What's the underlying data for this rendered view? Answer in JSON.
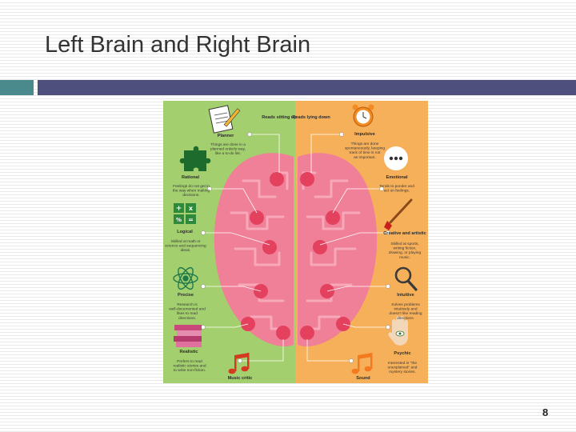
{
  "slide": {
    "title": "Left Brain and Right Brain",
    "page_number": "8",
    "colors": {
      "teal_bar": "#4a8a8d",
      "navy_bar": "#4f4f7e",
      "left_bg": "#a3cf6e",
      "right_bg": "#f7b05a",
      "brain": "#f07f98"
    }
  },
  "left": {
    "top_label": "Reads sitting up",
    "items": [
      {
        "label": "Planner",
        "desc": "Things are done in a planned orderly way, like a to-do list.",
        "icon": "notepad-pencil-icon"
      },
      {
        "label": "Rational",
        "desc": "Feelings do not get in the way when making decisions.",
        "icon": "puzzle-piece-icon"
      },
      {
        "label": "Logical",
        "desc": "Skilled at math or science and sequencing ideas.",
        "icon": "calculator-icon"
      },
      {
        "label": "Precise",
        "desc": "Research is well-documented and likes to read directions.",
        "icon": "atom-icon"
      },
      {
        "label": "Realistic",
        "desc": "Prefers to read realistic stories and to write non-fiction.",
        "icon": "book-stack-icon"
      },
      {
        "label": "Music critic",
        "desc": "",
        "icon": "music-note-icon"
      }
    ]
  },
  "right": {
    "top_label": "Reads lying down",
    "items": [
      {
        "label": "Impulsive",
        "desc": "Things are done spontaneously, keeping track of time is not as important.",
        "icon": "alarm-clock-icon"
      },
      {
        "label": "Emotional",
        "desc": "Tends to ponder and act on feelings.",
        "icon": "speech-bubble-icon"
      },
      {
        "label": "Creative and artistic",
        "desc": "Skilled at sports, writing fiction, drawing, or playing music.",
        "icon": "paintbrush-icon"
      },
      {
        "label": "Intuitive",
        "desc": "Solves problems intuitively and doesn't like reading directions.",
        "icon": "magnifier-icon"
      },
      {
        "label": "Psychic",
        "desc": "Interested in \"the unexplained\" and mystery stories.",
        "icon": "hand-eye-icon"
      },
      {
        "label": "Sound",
        "desc": "",
        "icon": "music-note-icon"
      }
    ]
  }
}
